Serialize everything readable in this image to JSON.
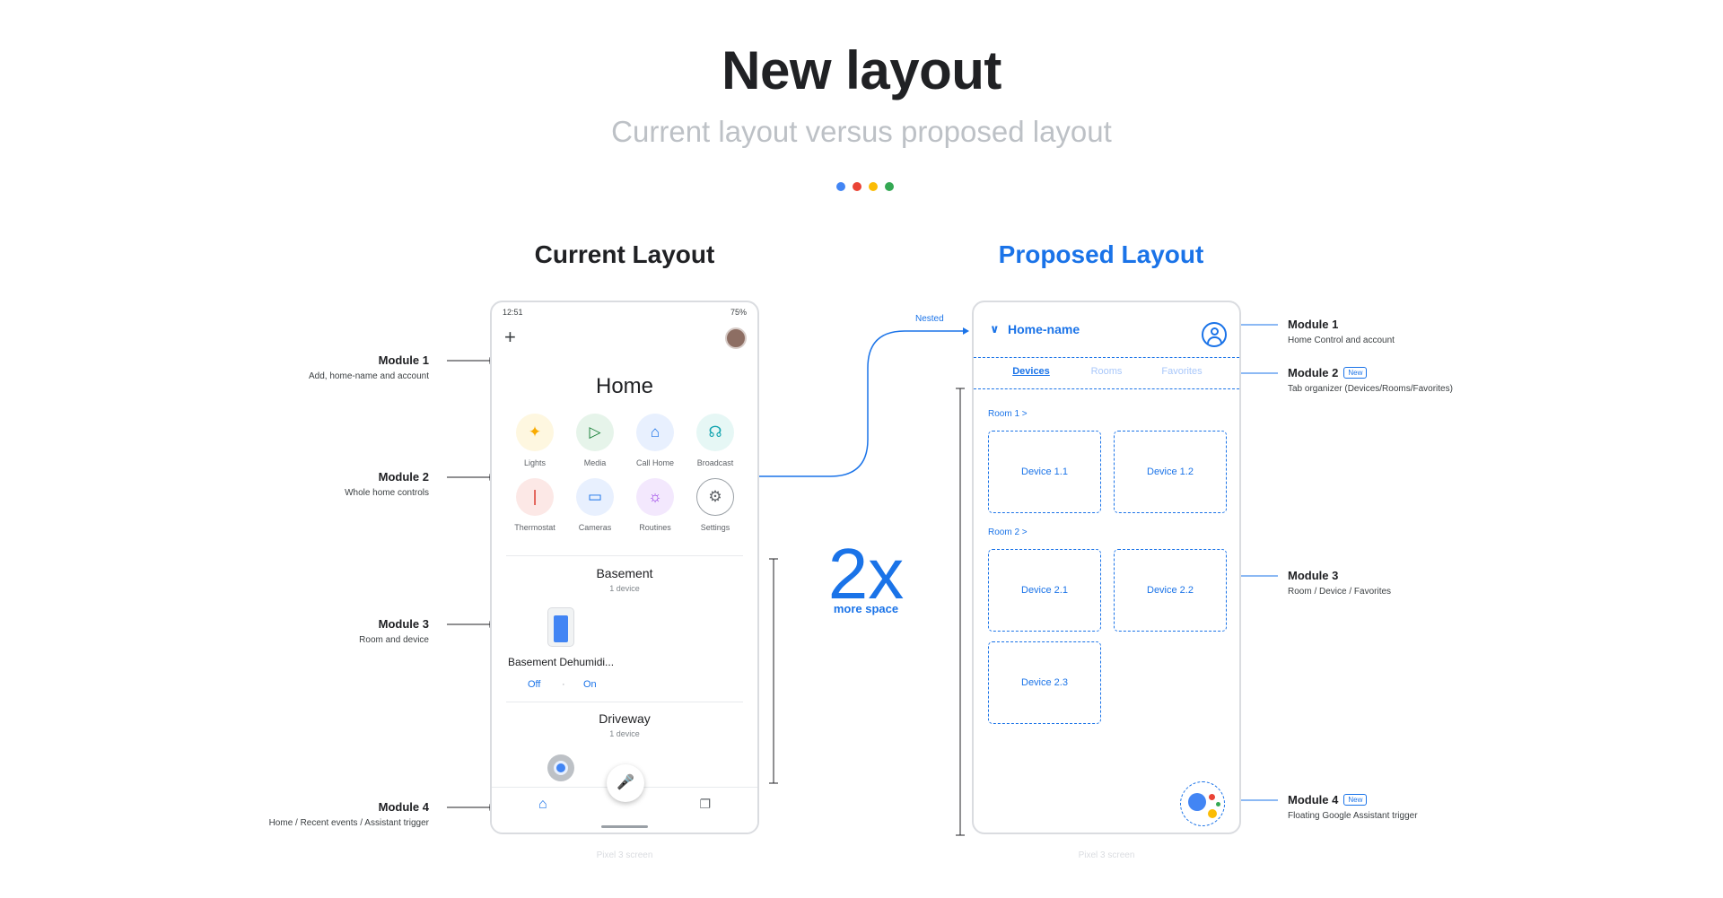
{
  "header": {
    "title": "New layout",
    "subtitle": "Current layout versus proposed layout",
    "dot_colors": [
      "#4285f4",
      "#ea4335",
      "#fbbc05",
      "#34a853"
    ]
  },
  "current": {
    "section_title": "Current Layout",
    "status_time": "12:51",
    "status_battery": "75%",
    "plus_symbol": "+",
    "home_title": "Home",
    "controls": [
      {
        "label": "Lights",
        "icon": "lightbulb-icon",
        "glyph": "💡",
        "bg": "#fef7e0"
      },
      {
        "label": "Media",
        "icon": "media-icon",
        "glyph": "▷",
        "bg": "#e6f4ea"
      },
      {
        "label": "Call Home",
        "icon": "call-home-icon",
        "glyph": "⌂",
        "bg": "#e8f0fe"
      },
      {
        "label": "Broadcast",
        "icon": "broadcast-icon",
        "glyph": "☊",
        "bg": "#e6f7f5"
      },
      {
        "label": "Thermostat",
        "icon": "thermostat-icon",
        "glyph": "🌡",
        "bg": "#fce8e6"
      },
      {
        "label": "Cameras",
        "icon": "camera-icon",
        "glyph": "▭",
        "bg": "#e8f0fe"
      },
      {
        "label": "Routines",
        "icon": "routines-icon",
        "glyph": "☼",
        "bg": "#f3e8fd"
      },
      {
        "label": "Settings",
        "icon": "gear-icon",
        "glyph": "⚙",
        "bg": "#ffffff"
      }
    ],
    "room1": {
      "name": "Basement",
      "count": "1 device",
      "device": "Basement Dehumidi...",
      "off": "Off",
      "on": "On"
    },
    "room2": {
      "name": "Driveway",
      "count": "1 device"
    },
    "caption": "Pixel 3 screen"
  },
  "proposed": {
    "section_title": "Proposed Layout",
    "home_name": "Home-name",
    "tabs": [
      "Devices",
      "Rooms",
      "Favorites"
    ],
    "room1_label": "Room 1 >",
    "room2_label": "Room 2 >",
    "devices": [
      "Device 1.1",
      "Device 1.2",
      "Device 2.1",
      "Device 2.2",
      "Device 2.3"
    ],
    "caption": "Pixel 3 screen"
  },
  "annotations_left": [
    {
      "title": "Module 1",
      "sub": "Add, home-name and account"
    },
    {
      "title": "Module 2",
      "sub": "Whole home controls"
    },
    {
      "title": "Module 3",
      "sub": "Room and device"
    },
    {
      "title": "Module 4",
      "sub": "Home / Recent events / Assistant trigger"
    }
  ],
  "annotations_right": [
    {
      "title": "Module 1",
      "sub": "Home Control and account",
      "badge": ""
    },
    {
      "title": "Module 2",
      "sub": "Tab organizer (Devices/Rooms/Favorites)",
      "badge": "New"
    },
    {
      "title": "Module 3",
      "sub": "Room / Device / Favorites",
      "badge": ""
    },
    {
      "title": "Module 4",
      "sub": "Floating Google Assistant trigger",
      "badge": "New"
    }
  ],
  "comparison": {
    "value": "2x",
    "label": "more space",
    "nested_label": "Nested"
  },
  "colors": {
    "accent": "#1a73e8",
    "text": "#202124",
    "muted": "#bdc1c6"
  }
}
